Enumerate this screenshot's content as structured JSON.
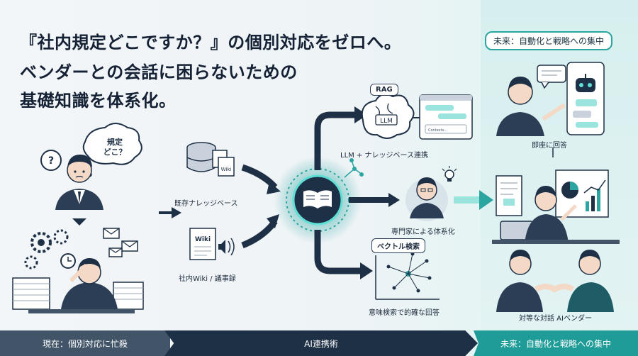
{
  "headline": {
    "line1": "『社内規定どこですか？』の個別対応をゼロへ。",
    "line2": "ベンダーとの会話に困らないための",
    "line3": "基礎知識を体系化。"
  },
  "left": {
    "bubble_q": "?",
    "bubble_text": "規定\nどこ？"
  },
  "sources": {
    "kb_label": "既存ナレッジベース",
    "kb_icon_text": "Wiki",
    "wiki_icon_text": "Wiki",
    "wiki_label": "社内Wiki / 議事録"
  },
  "center": {
    "rag_tag": "RAG",
    "llm_text": "LLM",
    "doc_text": "Contexts...",
    "rag_caption": "LLM + ナレッジベース連携",
    "expert_caption": "専門家による体系化",
    "vector_tag": "ベクトル検索",
    "vector_caption": "意味検索で的確な回答"
  },
  "right": {
    "top_pill": "未来：自動化と戦略への集中",
    "instant_caption": "即座に回答",
    "vendor_caption": "対等な対話  AIベンダー"
  },
  "footer": {
    "current": "現在：個別対応に忙殺",
    "middle": "AI連携術",
    "future": "未来：自動化と戦略への集中"
  },
  "colors": {
    "navy": "#1e3046",
    "teal": "#2aa5a0",
    "slate": "#415468"
  }
}
